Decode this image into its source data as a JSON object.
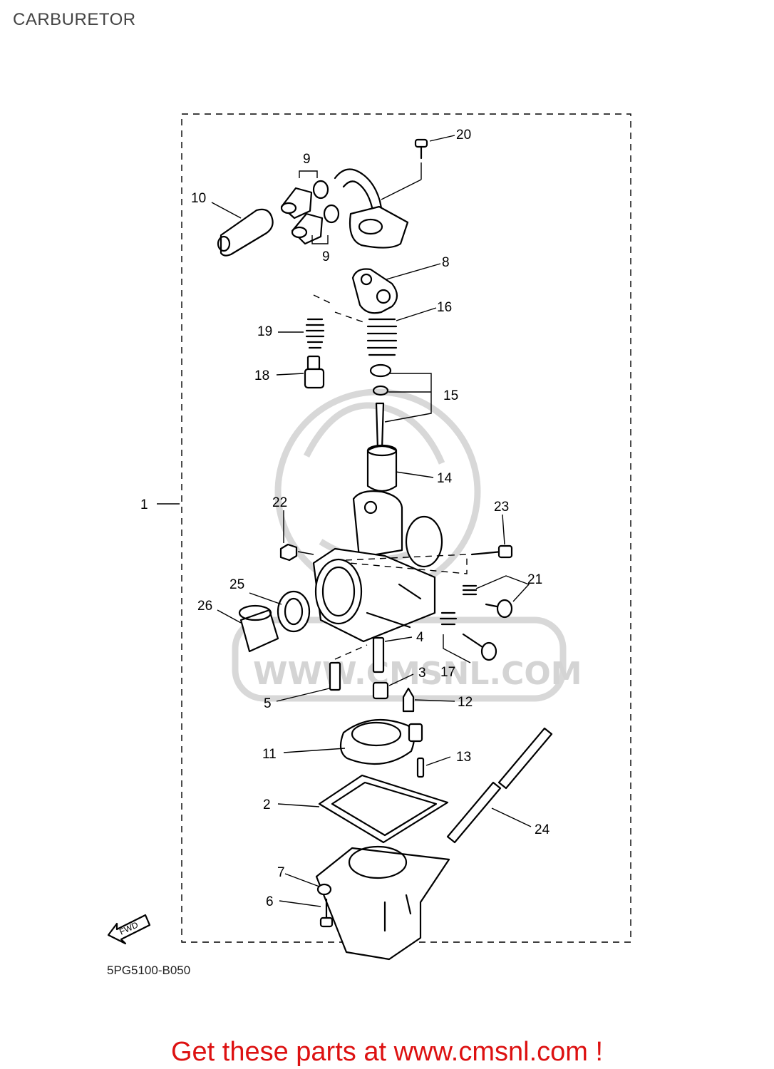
{
  "title": "CARBURETOR",
  "diagram_code": "5PG5100-B050",
  "promo_text": "Get these parts at www.cmsnl.com !",
  "watermark_text": "WWW.CMSNL.COM",
  "fwd_label": "FWD",
  "callouts": {
    "c1": "1",
    "c2": "2",
    "c3": "3",
    "c4": "4",
    "c5": "5",
    "c6": "6",
    "c7": "7",
    "c8": "8",
    "c9a": "9",
    "c9b": "9",
    "c10": "10",
    "c11": "11",
    "c12": "12",
    "c13": "13",
    "c14": "14",
    "c15": "15",
    "c16": "16",
    "c17": "17",
    "c18": "18",
    "c19": "19",
    "c20": "20",
    "c21": "21",
    "c22": "22",
    "c23": "23",
    "c24": "24",
    "c25": "25",
    "c26": "26"
  },
  "colors": {
    "promo": "#dd1111",
    "title": "#444444",
    "watermark": "#d4d4d4"
  }
}
